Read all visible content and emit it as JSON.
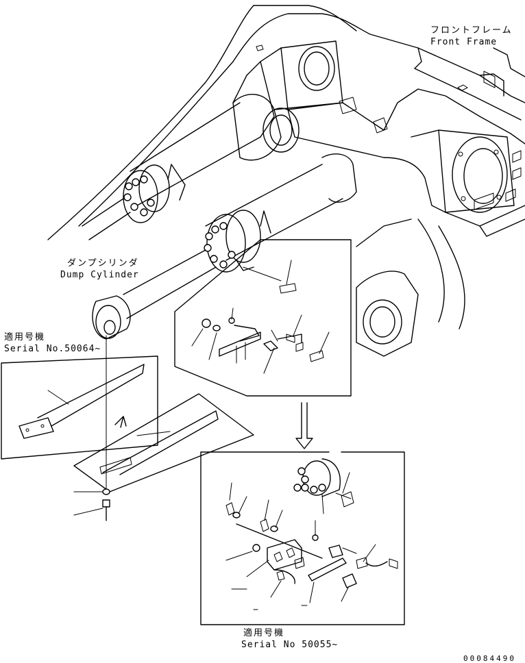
{
  "labels": {
    "front_frame_jp": "フロントフレーム",
    "front_frame_en": "Front Frame",
    "dump_cylinder_jp": "ダンプシリンダ",
    "dump_cylinder_en": "Dump Cylinder",
    "serial_a_jp": "適用号機",
    "serial_a_en": "Serial No.50064~",
    "serial_b_jp": "適用号機",
    "serial_b_en": "Serial No 50055~",
    "drawing_code": "00084490"
  }
}
